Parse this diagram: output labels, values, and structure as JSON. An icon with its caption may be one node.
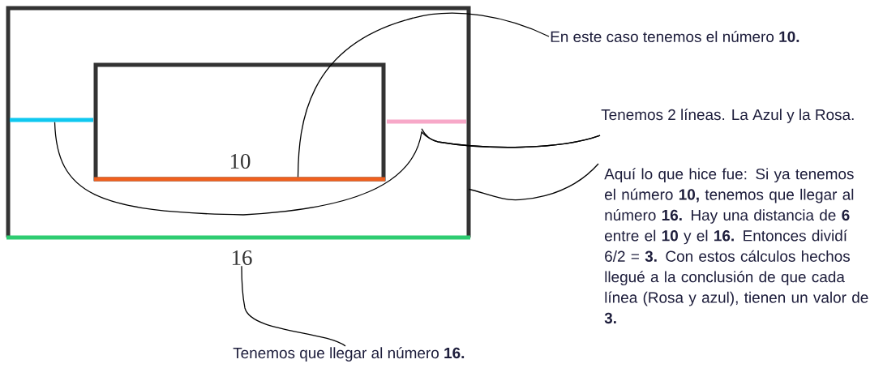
{
  "diagram": {
    "nodes": [
      {
        "text": [],
        "shape": "box"
      },
      {
        "text": [],
        "shape": "box",
        "in": 0
      },
      {
        "text": [],
        "shape": "bar",
        "in": 0
      },
      {
        "text": [],
        "shape": "bar",
        "in": 0
      },
      {
        "text": [],
        "shape": "bar",
        "in": 0
      },
      {
        "text": [
          "16"
        ]
      },
      {
        "text": [
          "En este caso tenemos el número **10.**"
        ]
      },
      {
        "text": [
          "Tenemos 2 líneas. La Azul y la Rosa."
        ]
      },
      {
        "text": [
          "Aquí lo que hice fue: Si ya tenemos el número **10,** tenemos que llegar al número **16.** Hay una distancia de **6** entre el **10** y el **16.** Entonces dividí 6/2 = **3.** Con estos cálculos hechos llegué a la conclusión de que cada línea (Rosa y azul), tienen un valor de **3.**"
        ]
      },
      {
        "text": [
          "Tenemos que llegar al número **16.**"
        ]
      }
    ],
    "edges": [
      {
        "from": 6,
        "to": 4,
        "arrow": "none"
      },
      {
        "from": 7,
        "to": 3,
        "arrow": "none"
      },
      {
        "from": 7,
        "to": 2,
        "arrow": "none"
      },
      {
        "from": 8,
        "to": 0,
        "arrow": "none"
      },
      {
        "from": 9,
        "to": 5,
        "arrow": "none"
      }
    ],
    "labels": [
      "10"
    ]
  }
}
